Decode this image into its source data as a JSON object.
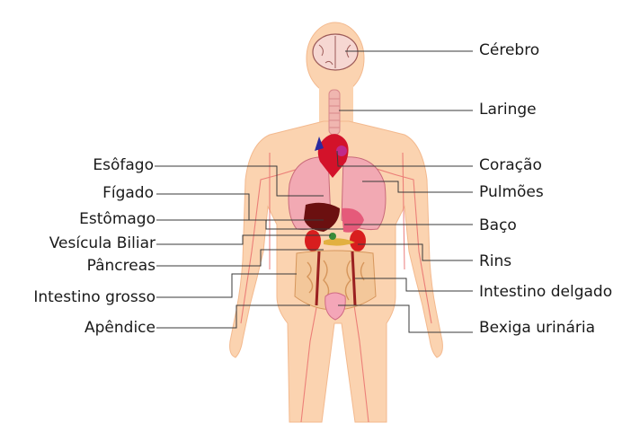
{
  "labels_left": [
    {
      "id": "esofago",
      "text": "Esôfago"
    },
    {
      "id": "figado",
      "text": "Fígado"
    },
    {
      "id": "estomago",
      "text": "Estômago"
    },
    {
      "id": "vesicula",
      "text": "Vesícula Biliar"
    },
    {
      "id": "pancreas",
      "text": "Pâncreas"
    },
    {
      "id": "intestino-grosso",
      "text": "Intestino grosso"
    },
    {
      "id": "apendice",
      "text": "Apêndice"
    }
  ],
  "labels_right": [
    {
      "id": "cerebro",
      "text": "Cérebro"
    },
    {
      "id": "laringe",
      "text": "Laringe"
    },
    {
      "id": "coracao",
      "text": "Coração"
    },
    {
      "id": "pulmoes",
      "text": "Pulmões"
    },
    {
      "id": "baco",
      "text": "Baço"
    },
    {
      "id": "rins",
      "text": "Rins"
    },
    {
      "id": "intestino-delgado",
      "text": "Intestino delgado"
    },
    {
      "id": "bexiga",
      "text": "Bexiga urinária"
    }
  ],
  "colors": {
    "skin": "#fbd3b0",
    "skin_edge": "#f3b98e",
    "lung": "#f2a9b3",
    "heart": "#d3122a",
    "liver": "#6b1010",
    "kidney": "#d81e1e",
    "intestine": "#f3c79a",
    "vessel": "#e86a6a",
    "brain": "#f6d7d2"
  }
}
